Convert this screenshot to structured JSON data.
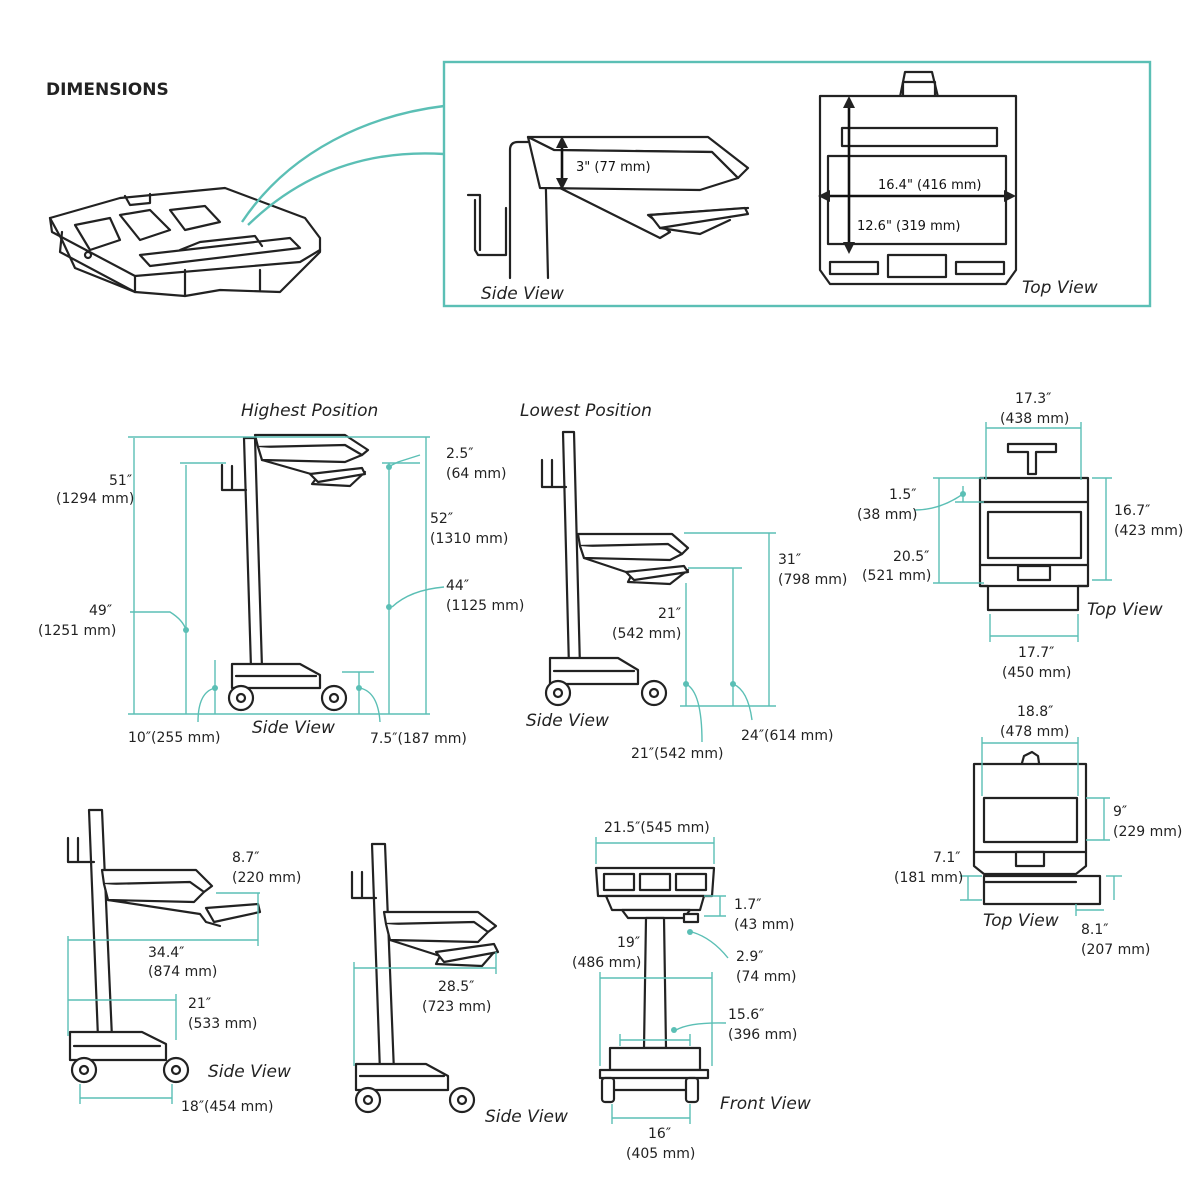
{
  "heading": "DIMENSIONS",
  "colors": {
    "accent": "#5bbfb5",
    "line": "#222222"
  },
  "inset": {
    "side_view_label": "Side View",
    "top_view_label": "Top View",
    "depth": "3\" (77 mm)",
    "width": "16.4\" (416 mm)",
    "length": "12.6\" (319 mm)"
  },
  "highest": {
    "title": "Highest Position",
    "view_label": "Side View",
    "d51": [
      "51″",
      "(1294 mm)"
    ],
    "d49": [
      "49″",
      "(1251 mm)"
    ],
    "d25": [
      "2.5″",
      "(64 mm)"
    ],
    "d52": [
      "52″",
      "(1310 mm)"
    ],
    "d44": [
      "44″",
      "(1125 mm)"
    ],
    "d10": "10″(255 mm)",
    "d75": "7.5″(187 mm)"
  },
  "lowest": {
    "title": "Lowest Position",
    "view_label": "Side View",
    "d31": [
      "31″",
      "(798 mm)"
    ],
    "d21a": [
      "21″",
      "(542 mm)"
    ],
    "d21b": "21″(542 mm)",
    "d24": "24″(614 mm)"
  },
  "top1": {
    "view_label": "Top View",
    "d173": [
      "17.3″",
      "(438 mm)"
    ],
    "d15": [
      "1.5″",
      "(38 mm)"
    ],
    "d205": [
      "20.5″",
      "(521 mm)"
    ],
    "d167": [
      "16.7″",
      "(423 mm)"
    ],
    "d177": [
      "17.7″",
      "(450 mm)"
    ]
  },
  "top2": {
    "view_label": "Top View",
    "d188": [
      "18.8″",
      "(478 mm)"
    ],
    "d9": [
      "9″",
      "(229 mm)"
    ],
    "d71": [
      "7.1″",
      "(181 mm)"
    ],
    "d81": [
      "8.1″",
      "(207 mm)"
    ]
  },
  "side3": {
    "view_label": "Side View",
    "d87": [
      "8.7″",
      "(220 mm)"
    ],
    "d344": [
      "34.4″",
      "(874 mm)"
    ],
    "d21": [
      "21″",
      "(533 mm)"
    ],
    "d18": "18″(454 mm)"
  },
  "side4": {
    "view_label": "Side View",
    "d285": [
      "28.5″",
      "(723 mm)"
    ]
  },
  "front": {
    "view_label": "Front View",
    "d215": "21.5″(545 mm)",
    "d17": [
      "1.7″",
      "(43 mm)"
    ],
    "d19": [
      "19″",
      "(486 mm)"
    ],
    "d29": [
      "2.9″",
      "(74 mm)"
    ],
    "d156": [
      "15.6″",
      "(396 mm)"
    ],
    "d16": [
      "16″",
      "(405 mm)"
    ]
  }
}
